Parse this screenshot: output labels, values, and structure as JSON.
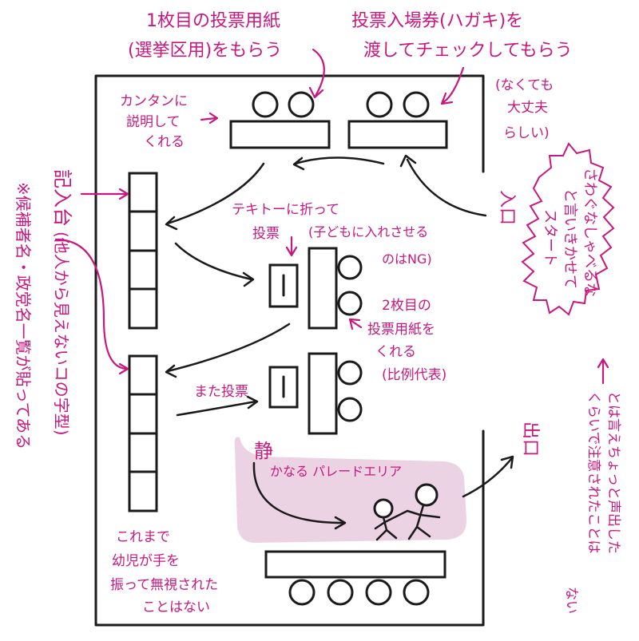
{
  "colors": {
    "annotation": "#c8177f",
    "ink": "#1a1a1a",
    "parade_area": "#ecd3e3"
  },
  "labels": {
    "ballot1_line1": "1枚目の投票用紙",
    "ballot1_line2": "(選挙区用)をもらう",
    "ticket_line1": "投票入場券(ハガキ)を",
    "ticket_line2": "渡してチェックしてもらう",
    "optional_line1": "(なくても",
    "optional_line2": "大丈夫",
    "optional_line3": "らしい)",
    "explain_line1": "カンタンに",
    "explain_line2": "説明して",
    "explain_line3": "くれる",
    "entrance": "入口",
    "exit": "出口",
    "booth_label": "記入台",
    "booth_note": "(他人から見えないコの字型)",
    "candidates_note": "※候補者名・政党名一覧が貼ってある",
    "cast_line1": "テキトーに折って",
    "cast_line2": "投票",
    "kids_note_line1": "(子どもに入れさせる",
    "kids_note_line2": "のはNG)",
    "ballot2_line1": "2枚目の",
    "ballot2_line2": "投票用紙を",
    "ballot2_line3": "くれる",
    "ballot2_line4": "(比例代表)",
    "vote_again": "また投票",
    "parade_line_big": "静",
    "parade_line_rest": "かなる パレードエリア",
    "never_line1": "これまで",
    "never_line2": "幼児が手を",
    "never_line3": "振って無視された",
    "never_line4": "ことはない",
    "talk_line1": "さわぐなしゃべるな",
    "talk_line2": "と言いきかせて",
    "talk_line3": "スタート",
    "loud_line1": "とは言えちょっと声出した",
    "loud_line2": "くらいで注意されたことは",
    "loud_line3": "ない"
  },
  "icons": {
    "staff": "staff-head-icon",
    "ballot_box": "ballot-box-icon",
    "voter": "parent-child-figure-icon"
  }
}
